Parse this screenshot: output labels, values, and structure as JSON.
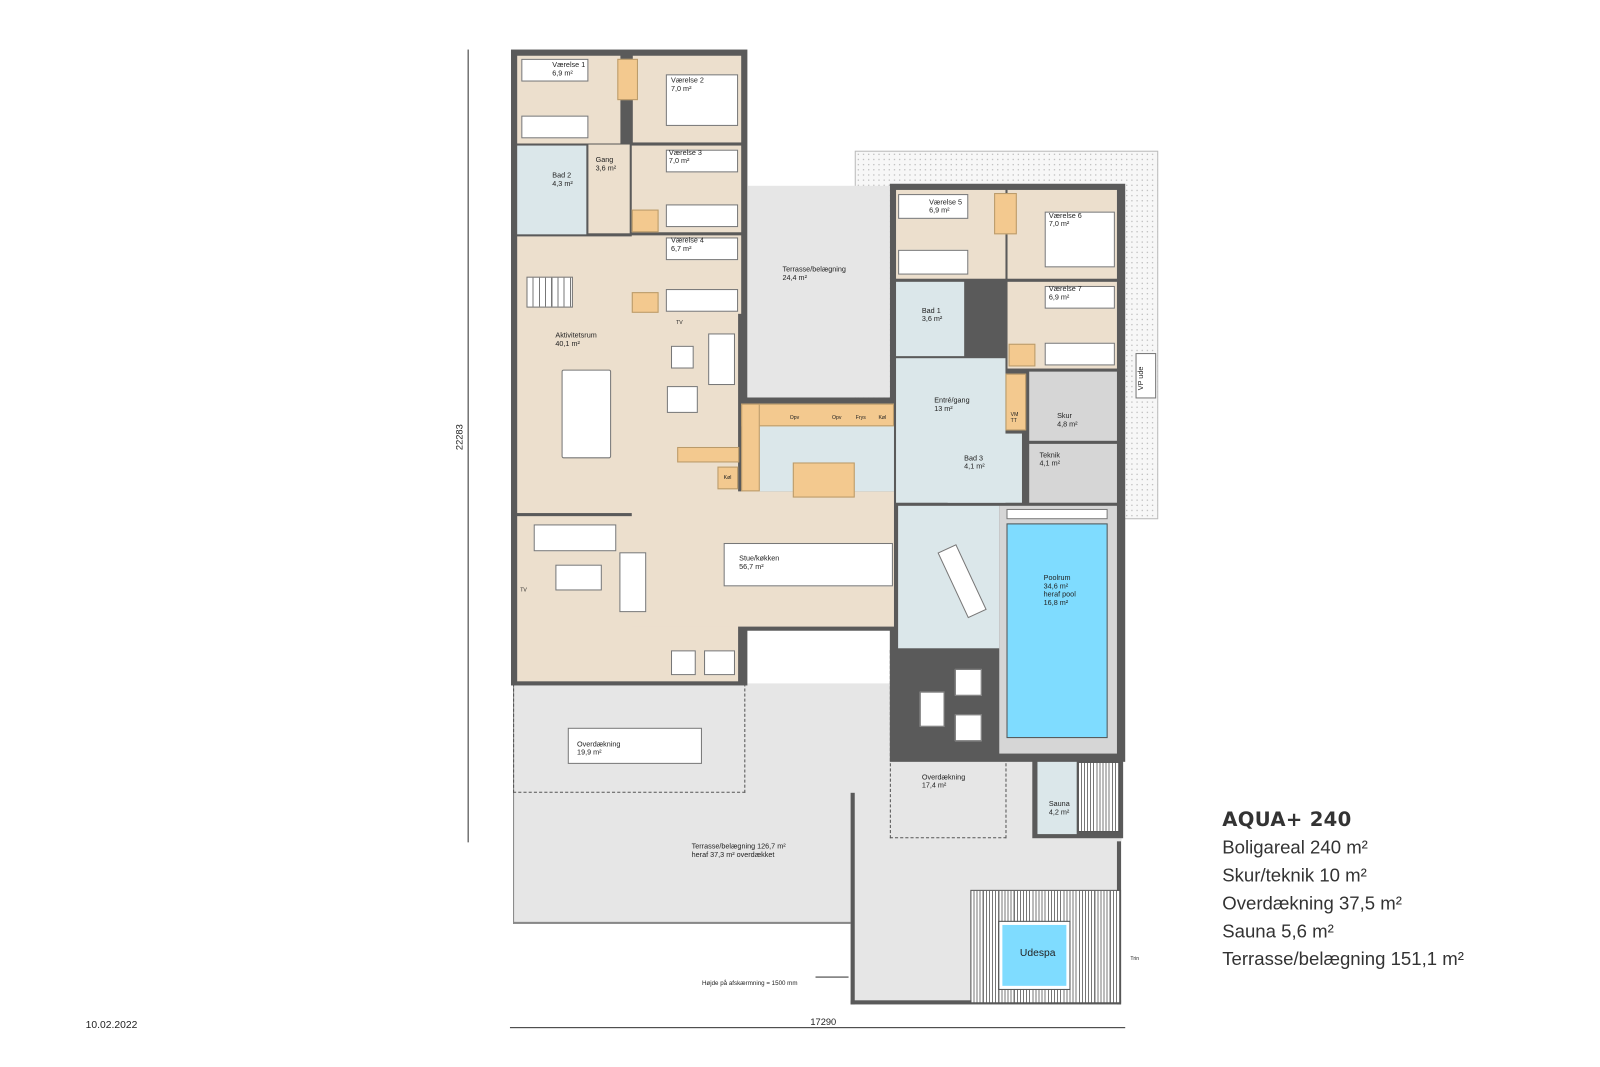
{
  "title": "AQUA+ 240",
  "summary": [
    "Boligareal 240 m²",
    "Skur/teknik 10 m²",
    "Overdækning 37,5 m²",
    "Sauna 5,6 m²",
    "Terrasse/belægning 151,1 m²"
  ],
  "date": "10.02.2022",
  "dimensions": {
    "height": "22283",
    "width": "17290"
  },
  "rooms": {
    "v1": {
      "name": "Værelse 1",
      "area": "6,9 m²"
    },
    "v2": {
      "name": "Værelse 2",
      "area": "7,0 m²"
    },
    "v3": {
      "name": "Værelse 3",
      "area": "7,0 m²"
    },
    "v4": {
      "name": "Værelse 4",
      "area": "6,7 m²"
    },
    "gang": {
      "name": "Gang",
      "area": "3,6 m²"
    },
    "bad2": {
      "name": "Bad 2",
      "area": "4,3 m²"
    },
    "aktiv": {
      "name": "Aktivitetsrum",
      "area": "40,1 m²"
    },
    "terr1": {
      "name": "Terrasse/belægning",
      "area": "24,4 m²"
    },
    "stue": {
      "name": "Stue/køkken",
      "area": "56,7 m²"
    },
    "v5": {
      "name": "Værelse 5",
      "area": "6,9 m²"
    },
    "v6": {
      "name": "Værelse 6",
      "area": "7,0 m²"
    },
    "v7": {
      "name": "Værelse 7",
      "area": "6,9 m²"
    },
    "bad1": {
      "name": "Bad 1",
      "area": "3,6 m²"
    },
    "entre": {
      "name": "Entré/gang",
      "area": "13 m²"
    },
    "skur": {
      "name": "Skur",
      "area": "4,8 m²"
    },
    "teknik": {
      "name": "Teknik",
      "area": "4,1 m²"
    },
    "bad3": {
      "name": "Bad 3",
      "area": "4,1 m²"
    },
    "pool": {
      "name": "Poolrum",
      "area": "34,6 m²",
      "sub": "heraf pool",
      "subarea": "16,8 m²"
    },
    "over1": {
      "name": "Overdækning",
      "area": "19,9 m²"
    },
    "over2": {
      "name": "Overdækning",
      "area": "17,4 m²"
    },
    "sauna": {
      "name": "Sauna",
      "area": "4,2 m²"
    },
    "terr2": {
      "name": "Terrasse/belægning 126,7 m²",
      "area": "heraf 37,3 m² overdækket"
    },
    "spa": {
      "name": "Udespa"
    }
  },
  "fixtures": {
    "opv1": "Opv",
    "opv2": "Opv",
    "frys": "Frys",
    "kol1": "Køl",
    "kol2": "Køl",
    "vm": "VM",
    "tt": "TT",
    "tv1": "TV",
    "tv2": "TV",
    "vp": "VP ude",
    "trin": "Trin"
  },
  "notes": {
    "screen_height": "Højde på afskærmning = 1500 mm"
  },
  "colors": {
    "living": "#ecdfcd",
    "wet": "#dbe7ea",
    "pool": "#7fdcff",
    "outdoor": "#e6e6e6",
    "wall": "#5a5a5a",
    "cabinet": "#f3c98f"
  }
}
